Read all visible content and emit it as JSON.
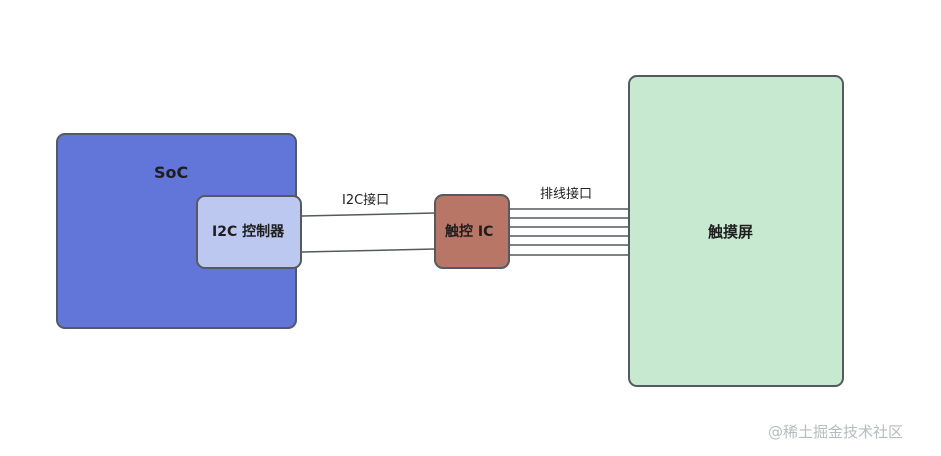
{
  "nodes": {
    "soc": {
      "label": "SoC",
      "fill": "#6275d8"
    },
    "i2c_controller": {
      "label": "I2C 控制器",
      "fill": "#bcc8ef"
    },
    "touch_ic": {
      "label": "触控 IC",
      "fill": "#b87766"
    },
    "touch_screen": {
      "label": "触摸屏",
      "fill": "#c6e9cf"
    }
  },
  "edges": {
    "i2c_interface": {
      "label": "I2C接口",
      "line_count": 2
    },
    "flex_interface": {
      "label": "排线接口",
      "line_count": 6
    }
  },
  "watermark": "@稀土掘金技术社区"
}
